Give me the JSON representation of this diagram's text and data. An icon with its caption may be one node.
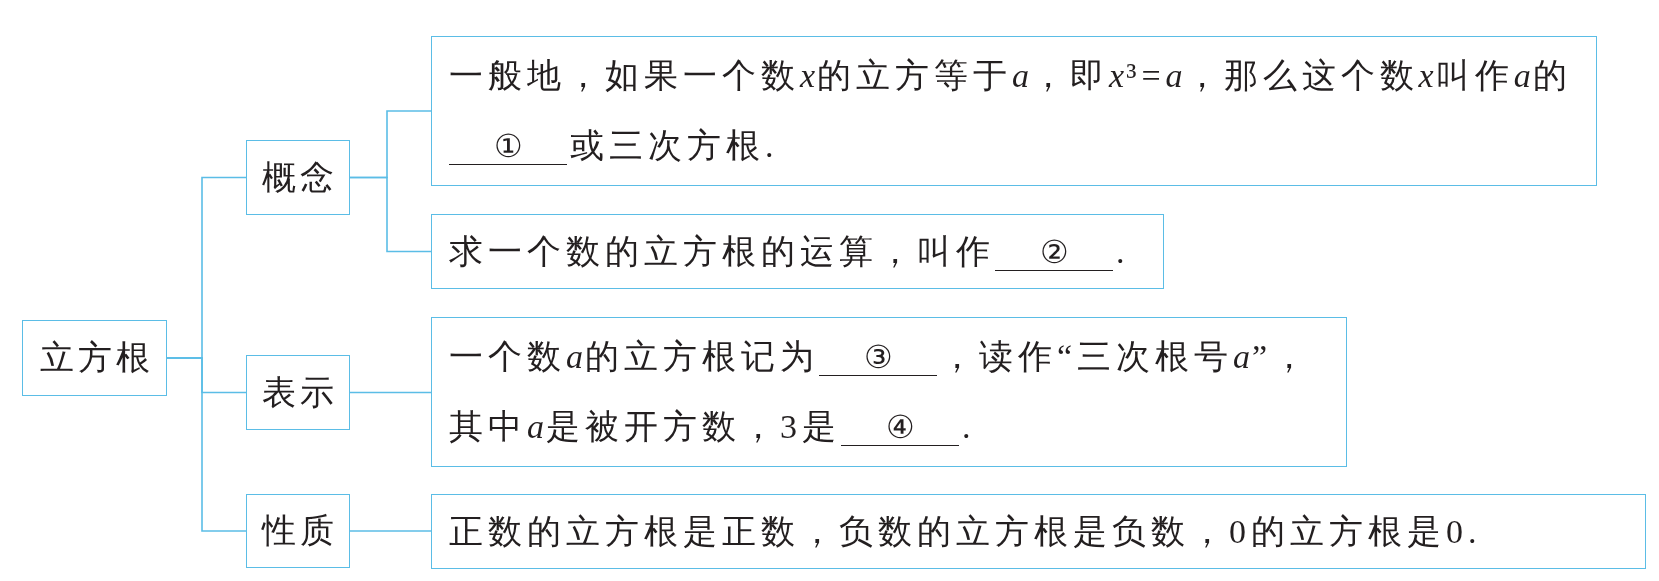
{
  "diagram": {
    "nodes": [
      {
        "text": [
          "立方根"
        ]
      },
      {
        "text": [
          "概念"
        ]
      },
      {
        "text": [
          "一般地，如果一个数x的立方等于a，即x³=a，那么这个数x叫作a的 ① 或三次方根."
        ]
      },
      {
        "text": [
          "求一个数的立方根的运算，叫作 ② ."
        ]
      },
      {
        "text": [
          "表示"
        ]
      },
      {
        "text": [
          "一个数a的立方根记为 ③ ，读作“三次根号a”，其中a是被开方数，3是 ④ ."
        ]
      },
      {
        "text": [
          "性质"
        ]
      },
      {
        "text": [
          "正数的立方根是正数，负数的立方根是负数，0的立方根是0."
        ]
      }
    ],
    "edges": [
      {
        "from": 0,
        "to": 1,
        "arrow": "none"
      },
      {
        "from": 0,
        "to": 4,
        "arrow": "none"
      },
      {
        "from": 0,
        "to": 6,
        "arrow": "none"
      },
      {
        "from": 1,
        "to": 2,
        "arrow": "none"
      },
      {
        "from": 1,
        "to": 3,
        "arrow": "none"
      },
      {
        "from": 4,
        "to": 5,
        "arrow": "none"
      },
      {
        "from": 6,
        "to": 7,
        "arrow": "none"
      }
    ]
  }
}
